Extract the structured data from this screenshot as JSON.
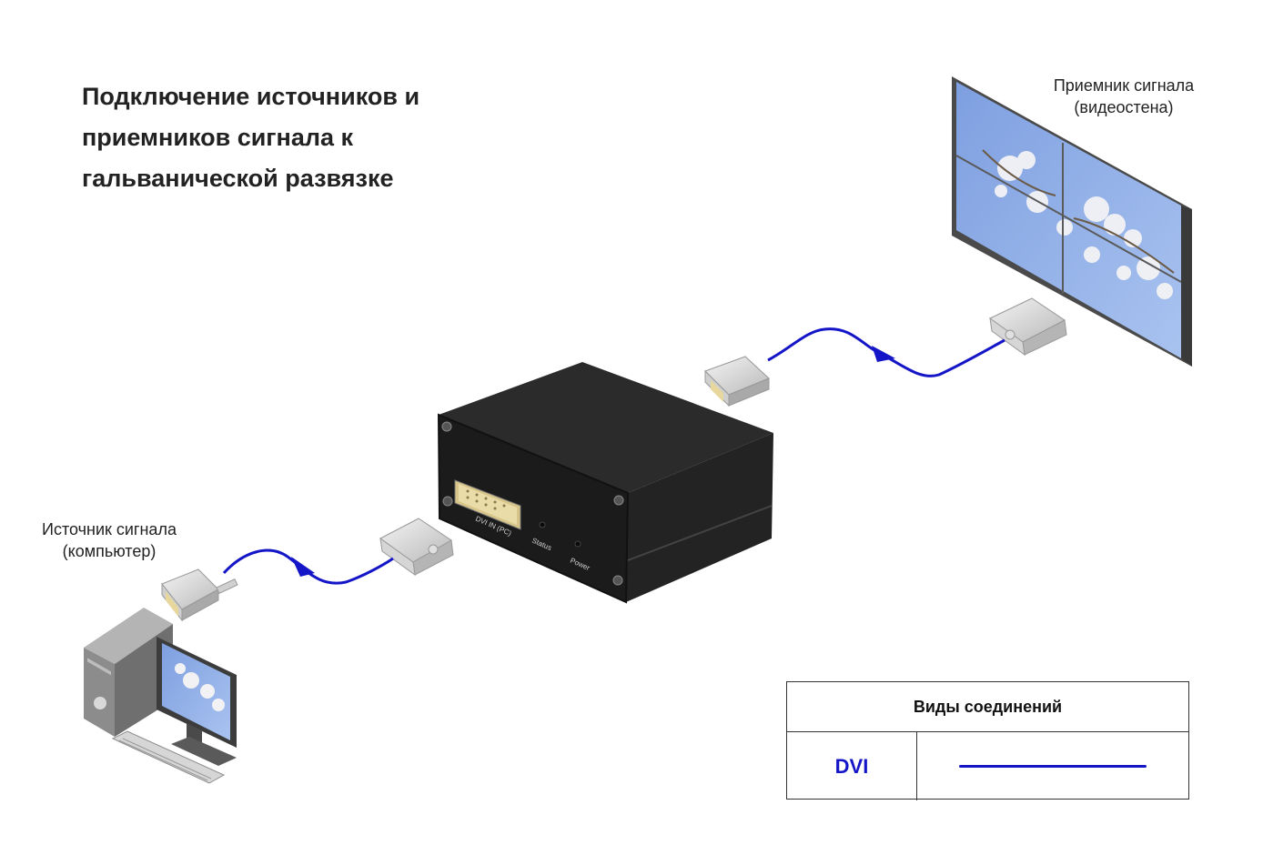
{
  "title": {
    "line1": "Подключение источников и",
    "line2": "приемников сигнала к",
    "line3": "гальванической развязке"
  },
  "receiver": {
    "line1": "Приемник сигнала",
    "line2": "(видеостена)"
  },
  "source": {
    "line1": "Источник сигнала",
    "line2": "(компьютер)"
  },
  "device": {
    "port_label": "DVI IN (PC)",
    "status_label": "Status",
    "power_label": "Power"
  },
  "legend": {
    "heading": "Виды соединений",
    "rows": [
      {
        "name": "DVI",
        "color": "#1515c8"
      }
    ]
  },
  "colors": {
    "cable": "#1515c8",
    "device_body": "#2a2a2a",
    "screen": "#8fb1e8"
  }
}
